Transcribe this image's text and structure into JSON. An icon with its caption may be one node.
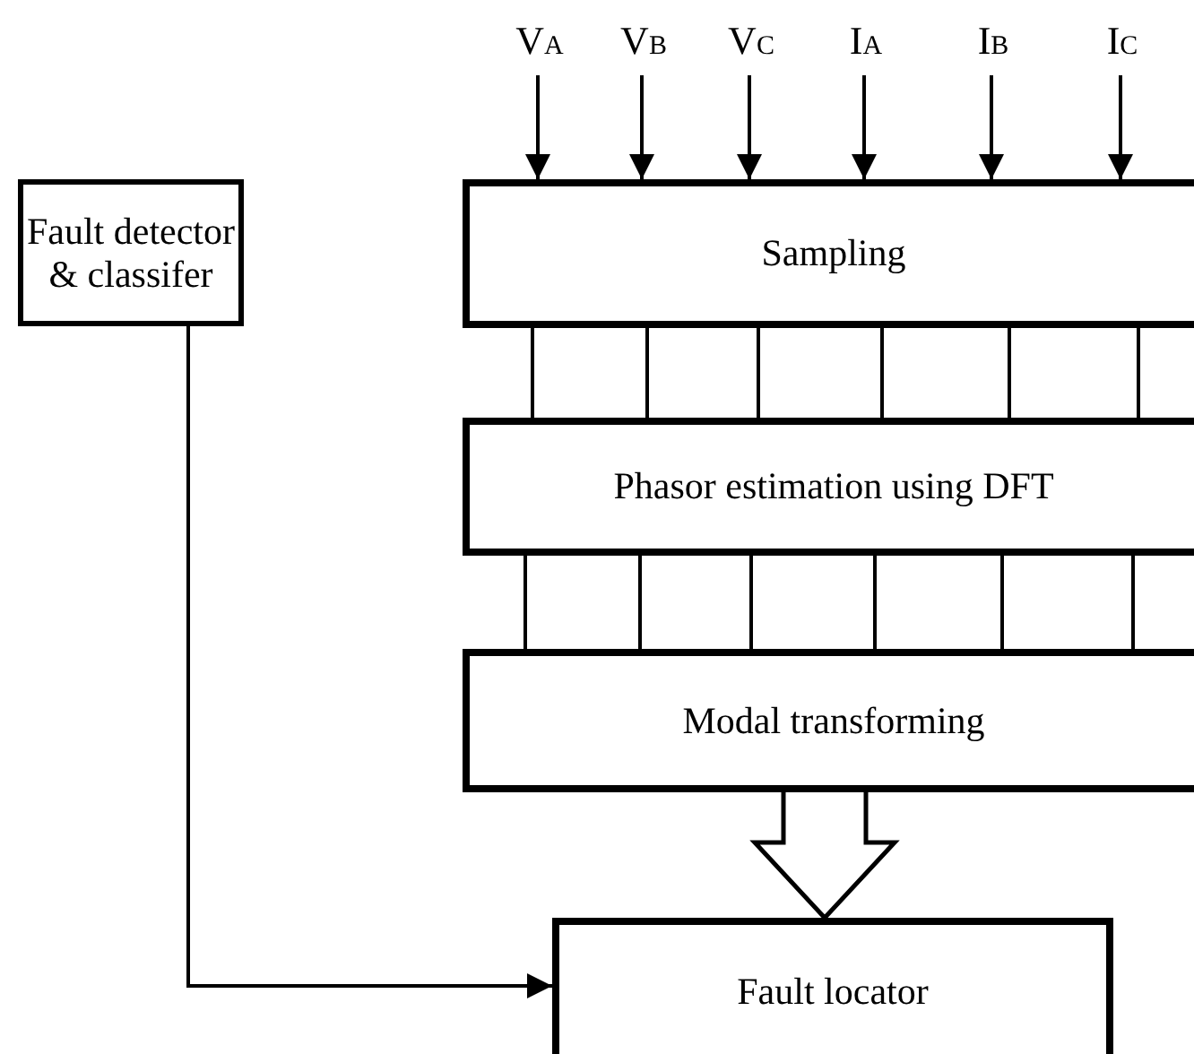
{
  "diagram": {
    "nodes": [
      {
        "text": [
          "V$_{A}$"
        ]
      },
      {
        "text": [
          "V$_{B}$"
        ]
      },
      {
        "text": [
          "V$_{C}$"
        ]
      },
      {
        "text": [
          "I$_{A}$"
        ]
      },
      {
        "text": [
          "I$_{B}$"
        ]
      },
      {
        "text": [
          "I$_{C}$"
        ]
      },
      {
        "text": [
          "Fault detector & classifer"
        ]
      },
      {
        "text": [
          "Sampling"
        ]
      },
      {
        "text": [
          "Phasor estimation using DFT"
        ]
      },
      {
        "text": [
          "Modal transforming"
        ]
      },
      {
        "text": [
          "Fault locator"
        ]
      }
    ],
    "edges": [
      {
        "from": 0,
        "to": 7,
        "arrow": "to"
      },
      {
        "from": 1,
        "to": 7,
        "arrow": "to"
      },
      {
        "from": 2,
        "to": 7,
        "arrow": "to"
      },
      {
        "from": 3,
        "to": 7,
        "arrow": "to"
      },
      {
        "from": 4,
        "to": 7,
        "arrow": "to"
      },
      {
        "from": 5,
        "to": 7,
        "arrow": "to"
      },
      {
        "from": 7,
        "to": 8,
        "arrow": "none"
      },
      {
        "from": 7,
        "to": 8,
        "arrow": "none"
      },
      {
        "from": 7,
        "to": 8,
        "arrow": "none"
      },
      {
        "from": 7,
        "to": 8,
        "arrow": "none"
      },
      {
        "from": 7,
        "to": 8,
        "arrow": "none"
      },
      {
        "from": 7,
        "to": 8,
        "arrow": "none"
      },
      {
        "from": 8,
        "to": 9,
        "arrow": "none"
      },
      {
        "from": 8,
        "to": 9,
        "arrow": "none"
      },
      {
        "from": 8,
        "to": 9,
        "arrow": "none"
      },
      {
        "from": 8,
        "to": 9,
        "arrow": "none"
      },
      {
        "from": 8,
        "to": 9,
        "arrow": "none"
      },
      {
        "from": 8,
        "to": 9,
        "arrow": "none"
      },
      {
        "from": 9,
        "to": 10,
        "arrow": "to",
        "style": "thick"
      },
      {
        "from": 6,
        "to": 10,
        "arrow": "to"
      }
    ]
  }
}
